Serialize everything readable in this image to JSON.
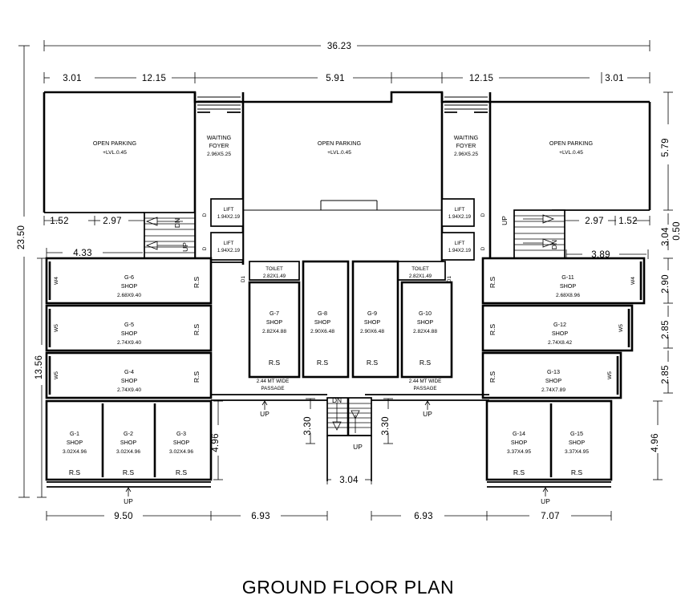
{
  "drawing": {
    "title": "GROUND FLOOR PLAN",
    "overall_width": "36.23",
    "overall_height": "23.50",
    "inner_height": "13.56"
  },
  "dimensions_top": [
    "3.01",
    "12.15",
    "5.91",
    "12.15",
    "3.01"
  ],
  "dimensions_bottom": [
    "9.50",
    "6.93",
    "6.93",
    "7.07"
  ],
  "dimensions_left": [
    "23.50",
    "13.56"
  ],
  "dimensions_right": [
    "5.79",
    "3.04",
    "0.50",
    "2.90",
    "2.85",
    "2.85",
    "4.96"
  ],
  "dimensions_inner": {
    "left_152": "1.52",
    "left_297": "2.97",
    "left_433": "4.33",
    "right_297": "2.97",
    "right_152": "1.52",
    "right_389": "3.89",
    "stair_width": "3.04",
    "stair_left_330": "3.30",
    "stair_right_330": "3.30",
    "left_bottom_496": "4.96",
    "right_bottom_496": "4.96"
  },
  "areas": {
    "parking_left": {
      "name": "OPEN PARKING",
      "level": "+LVL.0.45"
    },
    "parking_center": {
      "name": "OPEN PARKING",
      "level": "+LVL.0.45"
    },
    "parking_right": {
      "name": "OPEN PARKING",
      "level": "+LVL.0.45"
    },
    "foyer_left": {
      "name1": "WAITING",
      "name2": "FOYER",
      "size": "2.96X5.25"
    },
    "foyer_right": {
      "name1": "WAITING",
      "name2": "FOYER",
      "size": "2.96X5.25"
    },
    "lift_l1": {
      "name": "LIFT",
      "size": "1.94X2.19"
    },
    "lift_l2": {
      "name": "LIFT",
      "size": "1.94X2.19"
    },
    "lift_r1": {
      "name": "LIFT",
      "size": "1.94X2.19"
    },
    "lift_r2": {
      "name": "LIFT",
      "size": "1.94X2.19"
    },
    "toilet_left": {
      "name": "TOILET",
      "size": "2.82X1.49"
    },
    "toilet_right": {
      "name": "TOILET",
      "size": "2.82X1.49"
    },
    "passage_left": {
      "line1": "2.44 MT WIDE",
      "line2": "PASSAGE"
    },
    "passage_right": {
      "line1": "2.44 MT WIDE",
      "line2": "PASSAGE"
    }
  },
  "shops": [
    {
      "id": "G-1",
      "label": "SHOP",
      "size": "3.02X4.96"
    },
    {
      "id": "G-2",
      "label": "SHOP",
      "size": "3.02X4.96"
    },
    {
      "id": "G-3",
      "label": "SHOP",
      "size": "3.02X4.96"
    },
    {
      "id": "G-4",
      "label": "SHOP",
      "size": "2.74X9.40"
    },
    {
      "id": "G-5",
      "label": "SHOP",
      "size": "2.74X9.40"
    },
    {
      "id": "G-6",
      "label": "SHOP",
      "size": "2.68X9.40"
    },
    {
      "id": "G-7",
      "label": "SHOP",
      "size": "2.82X4.88"
    },
    {
      "id": "G-8",
      "label": "SHOP",
      "size": "2.90X6.48"
    },
    {
      "id": "G-9",
      "label": "SHOP",
      "size": "2.90X6.48"
    },
    {
      "id": "G-10",
      "label": "SHOP",
      "size": "2.82X4.88"
    },
    {
      "id": "G-11",
      "label": "SHOP",
      "size": "2.68X8.96"
    },
    {
      "id": "G-12",
      "label": "SHOP",
      "size": "2.74X8.42"
    },
    {
      "id": "G-13",
      "label": "SHOP",
      "size": "2.74X7.89"
    },
    {
      "id": "G-14",
      "label": "SHOP",
      "size": "3.37X4.95"
    },
    {
      "id": "G-15",
      "label": "SHOP",
      "size": "3.37X4.95"
    }
  ],
  "window_tags": [
    "W4",
    "W5",
    "W5",
    "W4",
    "W5",
    "W5"
  ],
  "door_tags": [
    "D",
    "D",
    "D",
    "D",
    "D1",
    "D1"
  ],
  "rs_label": "R.S",
  "stair_labels": {
    "up": "UP",
    "dn": "DN"
  }
}
